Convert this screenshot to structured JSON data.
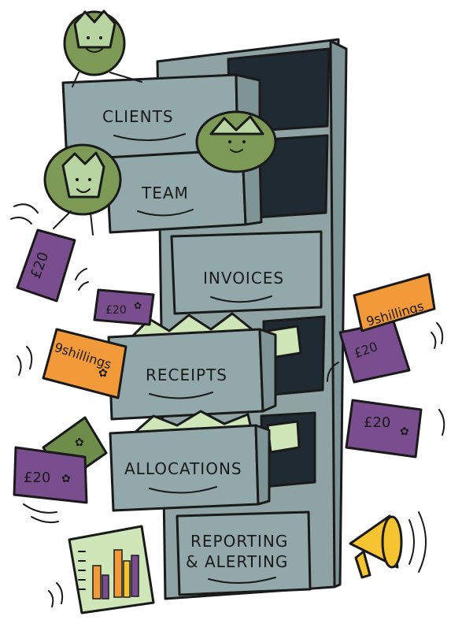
{
  "drawers": {
    "clients": "CLIENTS",
    "team": "TEAM",
    "invoices": "INVOICES",
    "receipts": "RECEIPTS",
    "allocations": "ALLOCATIONS",
    "reporting_line1": "REPORTING",
    "reporting_line2": "& ALERTING"
  },
  "notes": {
    "pound_tag": "£20",
    "pound_small": "£20",
    "pound_right_top": "£20",
    "pound_right": "£20",
    "pound_left": "£20",
    "shillings_left": "9shillings",
    "shillings_right": "9shillings"
  },
  "colors": {
    "cabinet": "#8fa3a5",
    "cabinet_dark": "#1f2a33",
    "drawer": "#93a8aa",
    "purple_note": "#7a4d8f",
    "green_note": "#6f8d4a",
    "orange_note": "#f29a3a",
    "paper": "#cfe6b8",
    "artichoke": "#7c9a56",
    "artichoke_light": "#b8d4a0",
    "megaphone": "#f6c431"
  }
}
